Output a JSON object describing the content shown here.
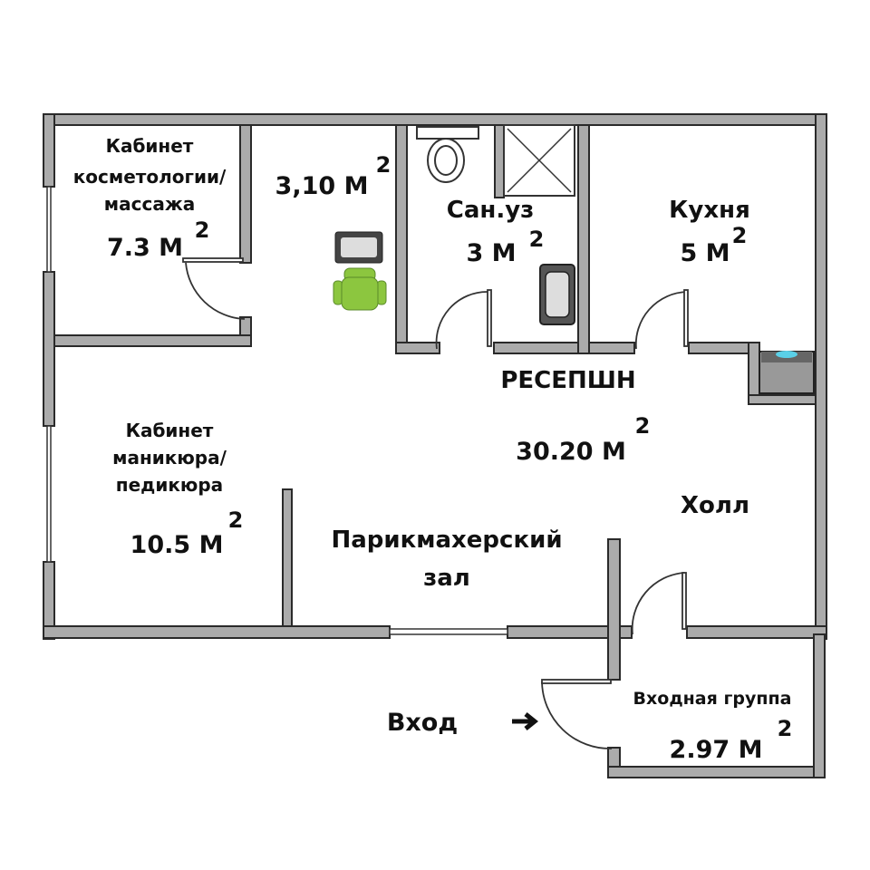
{
  "plan": {
    "rooms": [
      {
        "id": "cosmetology",
        "name_lines": [
          "Кабинет",
          "косметологии/",
          "массажа"
        ],
        "area": "7.3 М",
        "sup": "2"
      },
      {
        "id": "small-room",
        "area": "3,10 М",
        "sup": "2"
      },
      {
        "id": "bathroom",
        "name_lines": [
          "Сан.уз"
        ],
        "area": "3 М",
        "sup": "2"
      },
      {
        "id": "kitchen",
        "name_lines": [
          "Кухня"
        ],
        "area": "5 М",
        "sup": "2"
      },
      {
        "id": "reception",
        "name_lines": [
          "РЕСЕПШН"
        ],
        "area": "30.20 М",
        "sup": "2"
      },
      {
        "id": "manicure",
        "name_lines": [
          "Кабинет",
          "маникюра/",
          "педикюра"
        ],
        "area": "10.5 М",
        "sup": "2"
      },
      {
        "id": "hall",
        "name_lines": [
          "Холл"
        ]
      },
      {
        "id": "salon",
        "name_lines": [
          "Парикмахерский",
          "зал"
        ]
      },
      {
        "id": "vestibule",
        "name_lines": [
          "Входная группа"
        ],
        "area": "2.97 М",
        "sup": "2"
      }
    ],
    "entrance_label": "Вход",
    "colors": {
      "wall": "#ababab",
      "chair": "#8cc63f"
    }
  }
}
